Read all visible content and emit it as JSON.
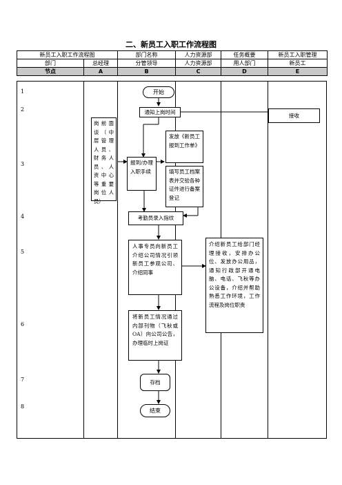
{
  "title": "二、新员工入职工作流程图",
  "header": {
    "row1": [
      "新员工入职工作流程图",
      "部门名称",
      "人力资源部",
      "任务概要",
      "新员工入职管理"
    ],
    "row2": [
      "部门",
      "总经理",
      "分管领导",
      "人力资源部",
      "用人部门",
      "新员工"
    ],
    "row3": [
      "节点",
      "A",
      "B",
      "C",
      "D",
      "E"
    ]
  },
  "rows": [
    "1",
    "2",
    "3",
    "4",
    "5",
    "6",
    "7",
    "8"
  ],
  "nodes": {
    "start": "开始",
    "notify": "通知上岗时间",
    "receive": "接收",
    "interview": "岗前面谈（中层管理人员、财务人员、人资中心等重要岗位人员）",
    "issue_form": "发放《新员工报到工作单》",
    "register": "报到/办理入职手续",
    "fill_archive": "填写员工档案表并交验各种证件进行备案登记",
    "attendance": "考勤员录入指纹",
    "introduce": "人事专员向新员工介绍公司情况引领新员工参观公司、介绍同事",
    "dept_intro": "介绍新员工给部门经理接收，安排办公位、发放办公用品，通知行政部开通电脑、电话、飞秋等办公设备，介绍并帮助熟悉工作环境，工作流程及岗位职责",
    "announce": "将新员工情况通过内部刊物（飞秋或OA）向公司公告，办理临时上岗证",
    "archive": "存档",
    "end": "结束"
  }
}
